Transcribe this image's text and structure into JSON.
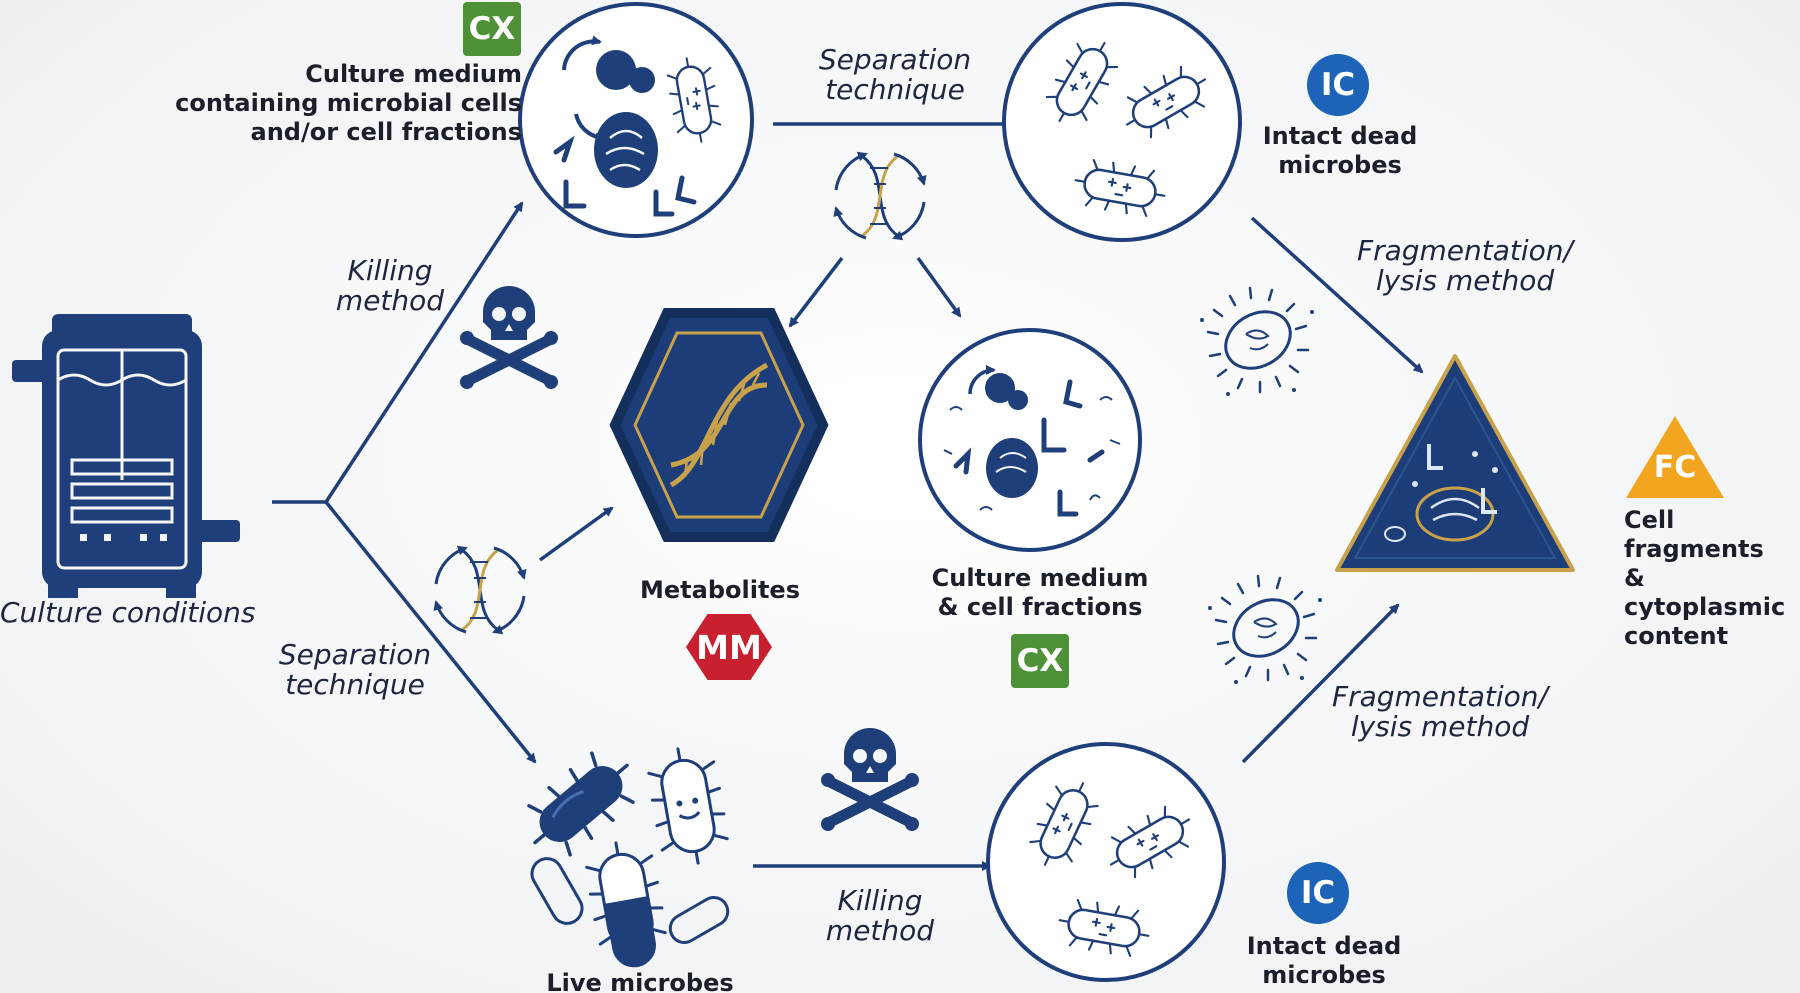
{
  "colors": {
    "navy": "#1f3f7a",
    "navy_dark": "#16305e",
    "gold": "#c8a24a",
    "green_badge": "#4f9136",
    "blue_badge": "#1d63b8",
    "red_badge": "#c8202f",
    "orange_badge": "#f2a51e"
  },
  "nodes": {
    "culture_conditions": {
      "label": "Culture conditions",
      "icon": "bioreactor-icon"
    },
    "culture_medium_top": {
      "lines": [
        "Culture medium",
        "containing microbial cells",
        "and/or cell fractions"
      ],
      "badge": "CX"
    },
    "intact_dead_top": {
      "lines": [
        "Intact dead",
        "microbes"
      ],
      "badge": "IC"
    },
    "metabolites": {
      "label": "Metabolites",
      "badge": "MM",
      "icon": "dna-hexagon-icon"
    },
    "culture_medium_mid": {
      "lines": [
        "Culture medium",
        "& cell fractions"
      ],
      "badge": "CX"
    },
    "cell_fragments": {
      "lines": [
        "Cell fragments",
        "& cytoplasmic",
        "content"
      ],
      "badge": "FC",
      "icon": "cell-triangle-icon"
    },
    "live_microbes": {
      "label": "Live microbes"
    },
    "intact_dead_bottom": {
      "lines": [
        "Intact dead",
        "microbes"
      ],
      "badge": "IC"
    }
  },
  "edges": {
    "killing_top": [
      "Killing",
      "method"
    ],
    "separation_left": [
      "Separation",
      "technique"
    ],
    "separation_top": [
      "Separation",
      "technique"
    ],
    "fragmentation_top": [
      "Fragmentation/",
      "lysis method"
    ],
    "fragmentation_bottom": [
      "Fragmentation/",
      "lysis method"
    ],
    "killing_bottom": [
      "Killing",
      "method"
    ]
  },
  "icons": [
    "skull-crossbones-icon",
    "dna-cycle-icon",
    "burst-cell-icon",
    "bacteria-icon"
  ]
}
